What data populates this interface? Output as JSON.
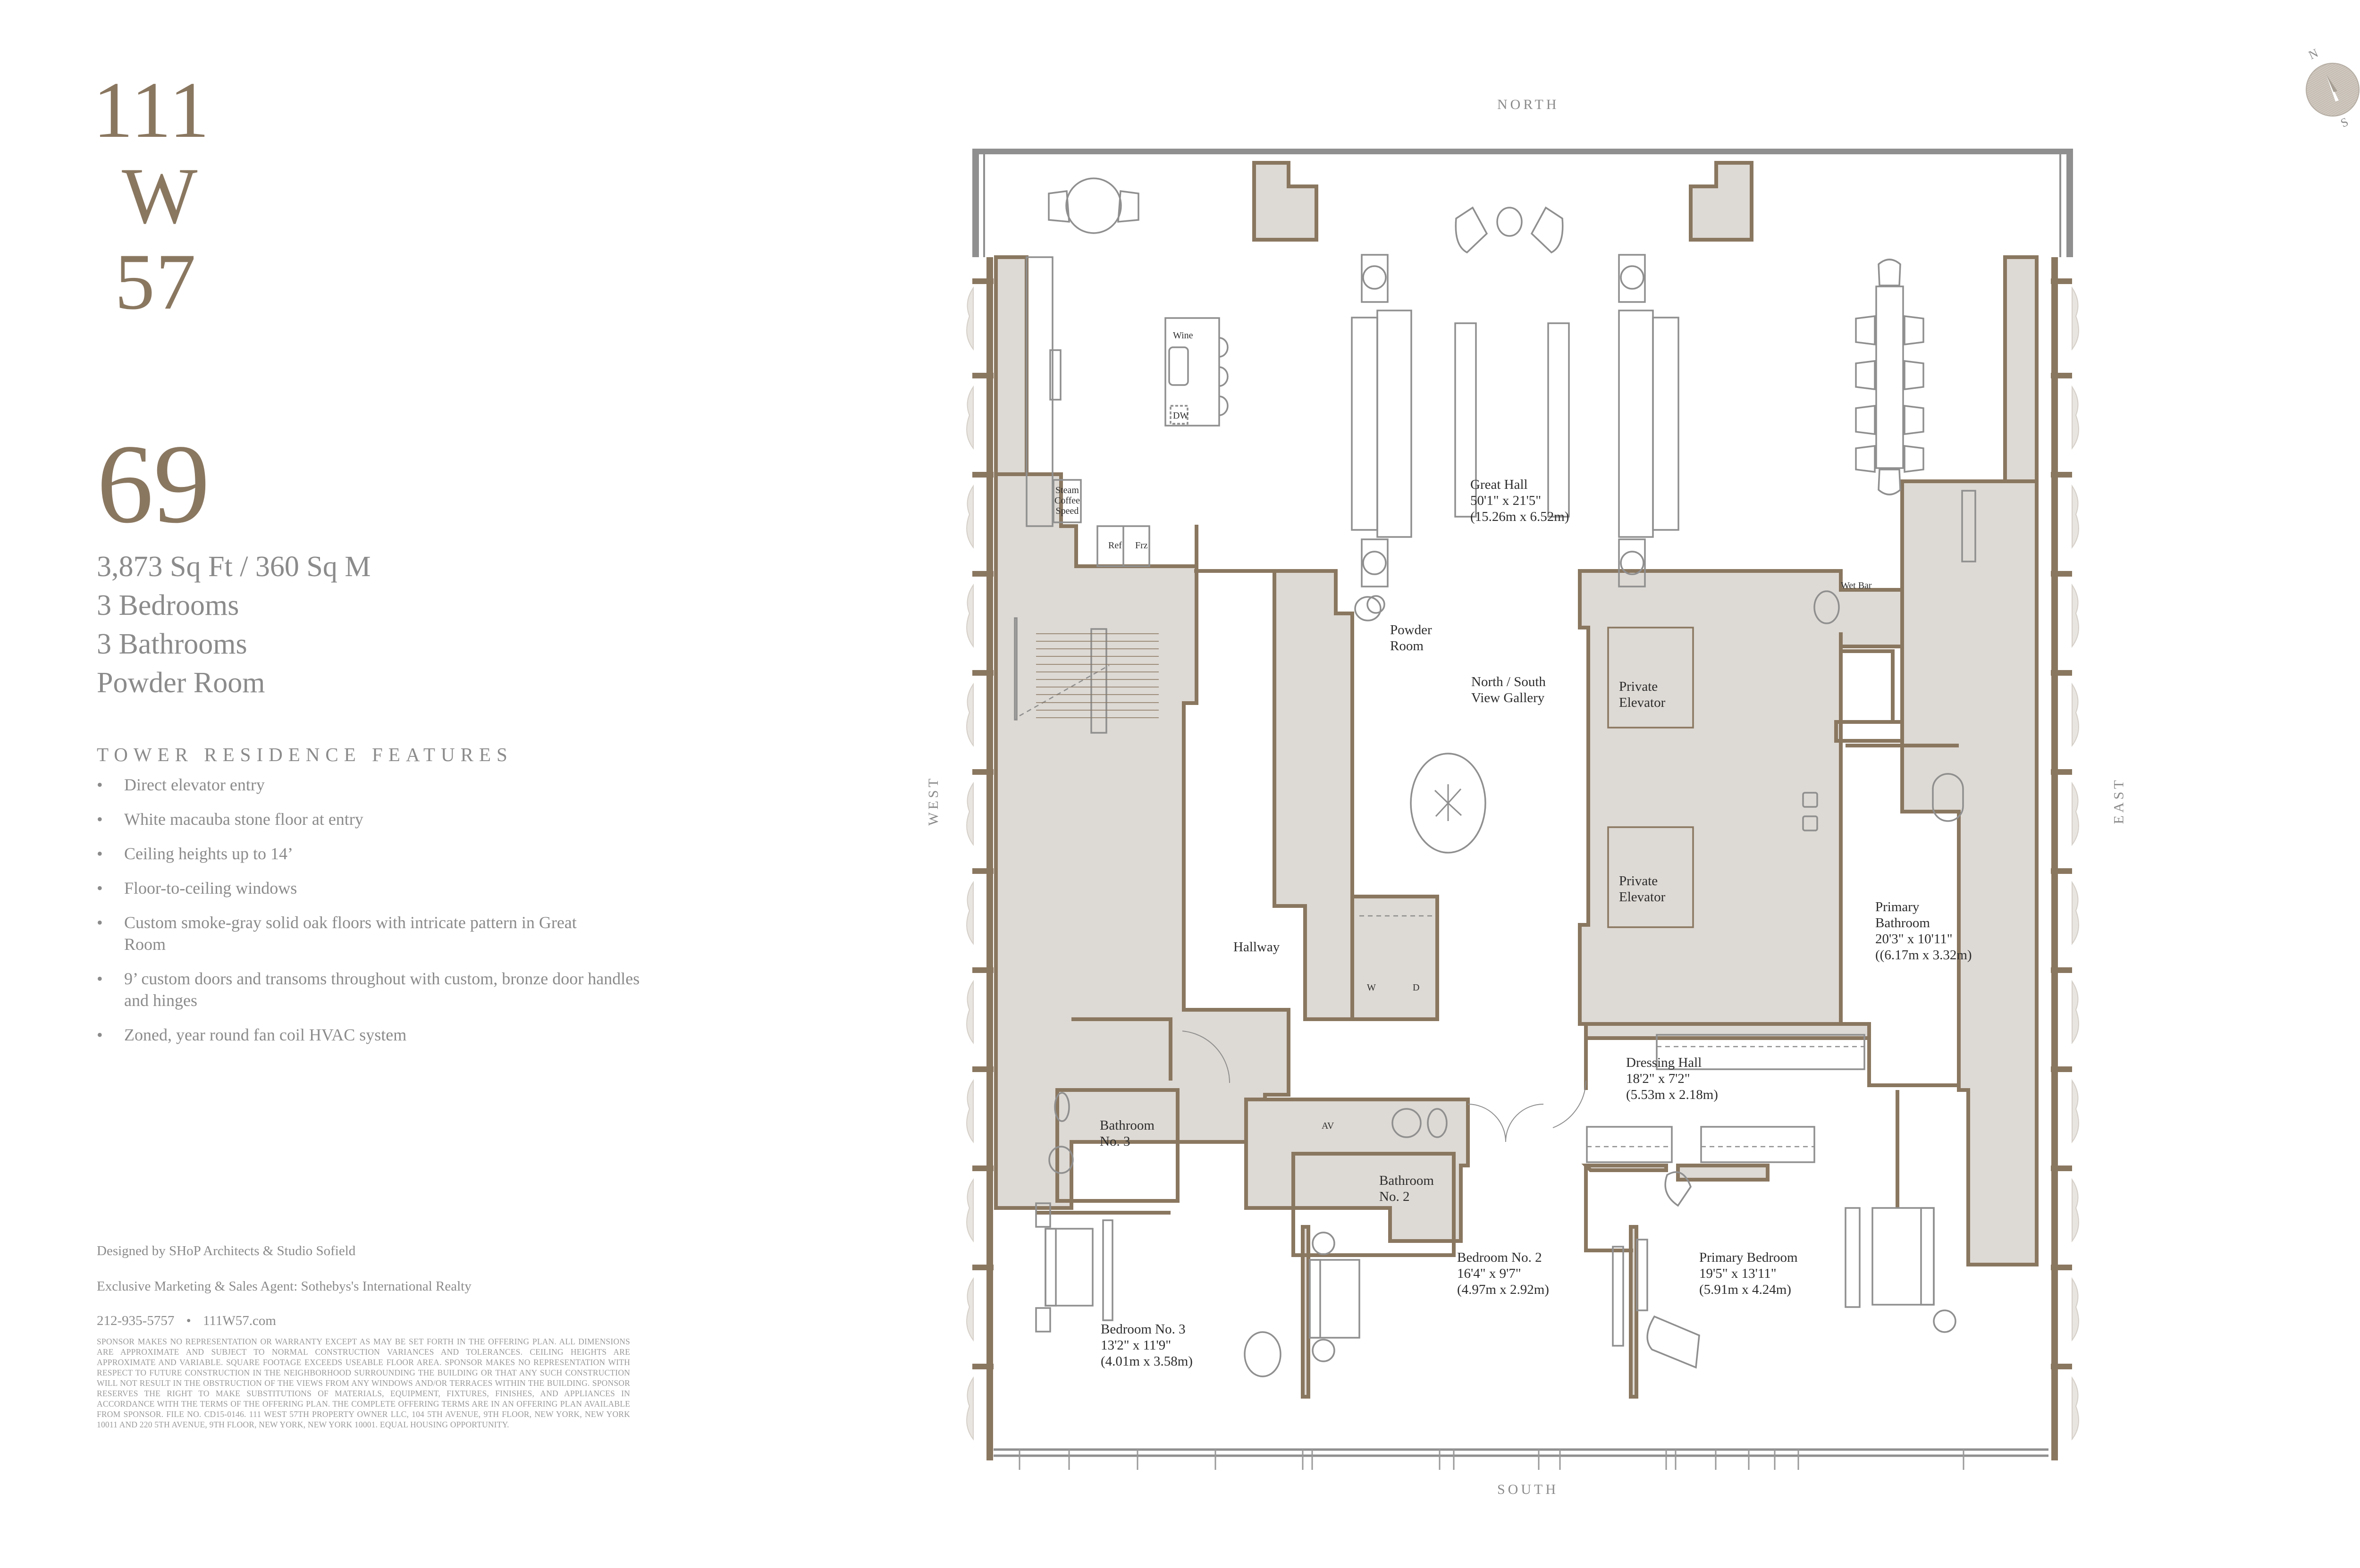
{
  "brand": {
    "lines": [
      "111",
      "W",
      "57"
    ],
    "color": "#8a7760"
  },
  "unit": {
    "number": "69",
    "area": "3,873 Sq Ft / 360 Sq M",
    "bedrooms": "3 Bedrooms",
    "bathrooms": "3 Bathrooms",
    "extra": "Powder Room"
  },
  "features": {
    "title": "TOWER RESIDENCE FEATURES",
    "bullet": "•",
    "items": [
      "Direct elevator entry",
      "White macauba stone floor at entry",
      "Ceiling heights up to 14’",
      "Floor-to-ceiling windows",
      "Custom smoke-gray solid oak floors with intricate pattern in Great Room",
      "9’ custom doors and transoms throughout with custom, bronze door handles and hinges",
      "Zoned, year round fan coil HVAC system"
    ]
  },
  "credits": {
    "designed_by": "Designed by SHoP Architects & Studio Sofield",
    "agent": "Exclusive Marketing & Sales Agent: Sothebys's International Realty",
    "phone": "212-935-5757",
    "separator": "•",
    "website": "111W57.com"
  },
  "disclaimer": "Sponsor makes no representation or warranty except as may be set forth in the offering plan. All dimensions are approximate and subject to normal construction variances and tolerances. Ceiling heights are approximate and variable. Square footage exceeds useable floor area. Sponsor makes no representation with respect to future construction in the neighborhood surrounding the building or that any such construction will not result in the obstruction of the views from any windows and/or terraces within the building. Sponsor reserves the right to make substitutions of materials, equipment, fixtures, finishes, and appliances in accordance with the terms of the offering plan. The complete offering terms are in an offering plan available from sponsor. File No. CD15-0146. 111 West 57th Property Owner LLC, 104 5th Avenue, 9th Floor, New York, New York 10011 and 220 5th Avenue, 9th Floor, New York, New York 10001. Equal Housing Opportunity.",
  "compass": {
    "north": "N",
    "south": "S",
    "icon": "compass-icon"
  },
  "directions": {
    "north": "NORTH",
    "south": "SOUTH",
    "east": "EAST",
    "west": "WEST"
  },
  "colors": {
    "wall": "#8a7760",
    "core_fill": "#ddd9d4",
    "line": "#8f8f8f",
    "text_dark": "#2d2d2d",
    "text_gray": "#8b8b8b"
  },
  "rooms": {
    "great_hall": {
      "name": "Great Hall",
      "dim_ft": "50'1\" x 21'5\"",
      "dim_m": "(15.26m x 6.52m)"
    },
    "gallery": {
      "line1": "North / South",
      "line2": "View Gallery"
    },
    "powder_room": {
      "line1": "Powder",
      "line2": "Room"
    },
    "hallway": {
      "name": "Hallway"
    },
    "elevator_1": {
      "line1": "Private",
      "line2": "Elevator"
    },
    "elevator_2": {
      "line1": "Private",
      "line2": "Elevator"
    },
    "primary_bathroom": {
      "line1": "Primary",
      "line2": "Bathroom",
      "dim_ft": "20'3\" x 10'11\"",
      "dim_m": "((6.17m x 3.32m)"
    },
    "dressing_hall": {
      "name": "Dressing Hall",
      "dim_ft": "18'2\" x 7'2\"",
      "dim_m": "(5.53m x 2.18m)"
    },
    "bathroom_3": {
      "line1": "Bathroom",
      "line2": "No. 3"
    },
    "bathroom_2": {
      "line1": "Bathroom",
      "line2": "No. 2"
    },
    "bedroom_3": {
      "name": "Bedroom No. 3",
      "dim_ft": "13'2\" x 11'9\"",
      "dim_m": "(4.01m x 3.58m)"
    },
    "bedroom_2": {
      "name": "Bedroom No. 2",
      "dim_ft": "16'4\" x 9'7\"",
      "dim_m": "(4.97m x 2.92m)"
    },
    "primary_bedroom": {
      "name": "Primary Bedroom",
      "dim_ft": "19'5\" x 13'11\"",
      "dim_m": "(5.91m x 4.24m)"
    }
  },
  "fixtures": {
    "wine": "Wine",
    "dw": "DW",
    "appliance_stack": [
      "Steam",
      "Coffee",
      "Speed"
    ],
    "ref": "Ref",
    "frz": "Frz",
    "wet_bar": "Wet Bar",
    "washer": "W",
    "dryer": "D",
    "av": "AV"
  }
}
